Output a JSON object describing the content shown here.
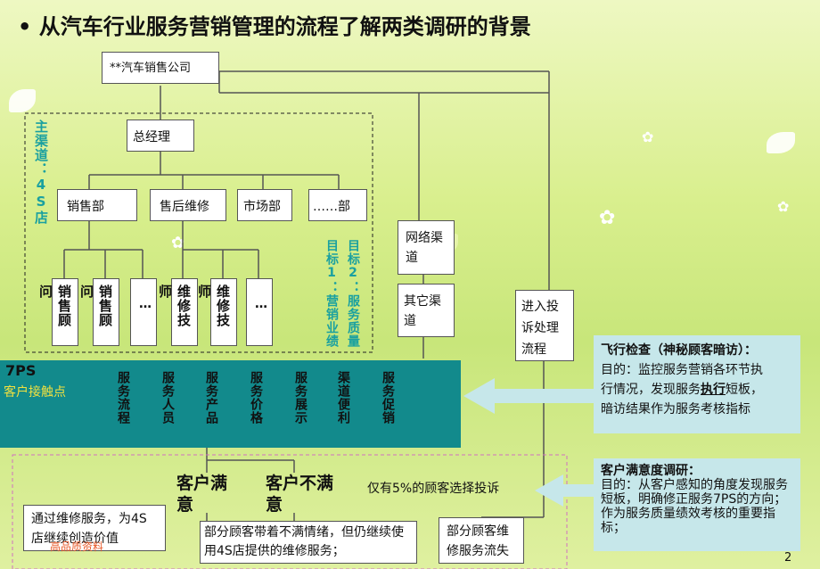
{
  "title": "从汽车行业服务营销管理的流程了解两类调研的背景",
  "company": "**汽车销售公司",
  "main_channel": "主渠道：4S店",
  "gm": "总经理",
  "depts": [
    "销售部",
    "售后维修",
    "市场部",
    "……部"
  ],
  "staff": [
    "销售顾问",
    "销售顾问",
    "…",
    "维修技师",
    "维修技师",
    "…"
  ],
  "goal1": "目标1：营销业绩",
  "goal2": "目标2：服务质量",
  "online": "网络渠道",
  "other": "其它渠道",
  "complaint": "进入投诉处理流程",
  "ps7_title": "7PS",
  "ps7_sub": "客户接触点",
  "ps7_items": [
    "服务流程",
    "服务人员",
    "服务产品",
    "服务价格",
    "服务展示",
    "渠道便利",
    "服务促销"
  ],
  "audit": {
    "title": "飞行检查（神秘顾客暗访）：",
    "line1": "目的：监控服务营销各环节执",
    "line2_pre": "行情况，发现服务",
    "line2_link": "执行",
    "line2_post": "短板，",
    "line3": "暗访结果作为服务考核指标"
  },
  "survey": {
    "title": "客户满意度调研：",
    "body": "目的：从客户感知的角度发现服务短板，明确修正服务7PS的方向；作为服务质量绩效考核的重要指标；"
  },
  "satisfied": "客户满意",
  "unsatisfied": "客户不满意",
  "complain_rate": "仅有5%的顾客选择投诉",
  "value_text": "通过维修服务，为4S店继续创造价值",
  "partial_text": "部分顾客带着不满情绪，但仍继续使用4S店提供的维修服务；",
  "lost_text": "部分顾客维修服务流失",
  "watermark": "高品质资料",
  "page_number": "2",
  "colors": {
    "teal": "#128a8c",
    "infobox": "#c6e7ea",
    "goal_text": "#1aa0a0",
    "watermark": "#e85a2a"
  }
}
